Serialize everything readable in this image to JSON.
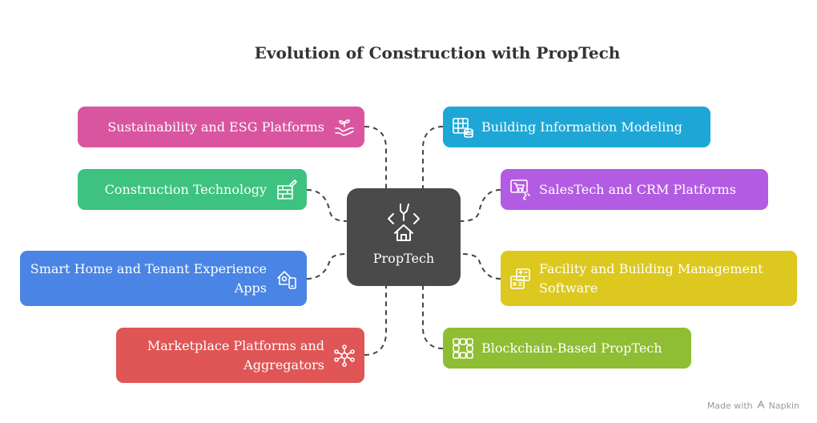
{
  "title": "Evolution of Construction with PropTech",
  "center": {
    "label": "PropTech",
    "icon": "house-network-icon"
  },
  "left_nodes": [
    {
      "label": "Sustainability and ESG Platforms",
      "icon": "hands-plant-icon",
      "color": "#d9559f"
    },
    {
      "label": "Construction Technology",
      "icon": "brick-wall-trowel-icon",
      "color": "#3ec27f"
    },
    {
      "label": "Smart Home and Tenant Experience Apps",
      "icon": "smart-home-phone-icon",
      "color": "#4a84e4"
    },
    {
      "label": "Marketplace Platforms and Aggregators",
      "icon": "network-hub-icon",
      "color": "#e05555"
    }
  ],
  "right_nodes": [
    {
      "label": "Building Information Modeling",
      "icon": "table-database-icon",
      "color": "#1ea7d6"
    },
    {
      "label": "SalesTech and CRM Platforms",
      "icon": "cart-screen-icon",
      "color": "#b35be2"
    },
    {
      "label": "Facility and Building Management Software",
      "icon": "calculator-grid-icon",
      "color": "#dcc81e"
    },
    {
      "label": "Blockchain-Based PropTech",
      "icon": "blocks-grid-icon",
      "color": "#8fbd33"
    }
  ],
  "footer": {
    "text": "Made with",
    "brand": "Napkin"
  }
}
